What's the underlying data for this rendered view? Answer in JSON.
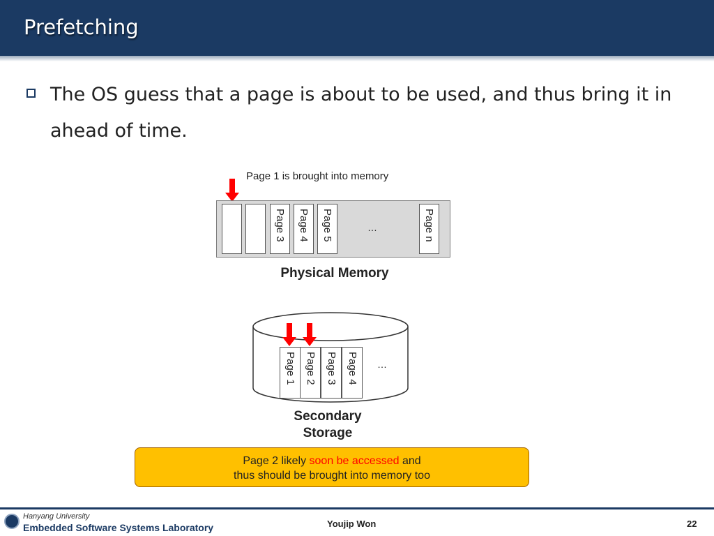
{
  "slide": {
    "title": "Prefetching",
    "bullet": "The OS guess that a page is about to be used, and thus bring it in ahead of time."
  },
  "diagram": {
    "memory_caption": "Page 1 is brought into memory",
    "memory_slots": [
      "",
      "",
      "Page 3",
      "Page 4",
      "Page 5"
    ],
    "memory_last_slot": "Page n",
    "memory_ellipsis": "…",
    "memory_label": "Physical Memory",
    "storage_pages": [
      "Page 1",
      "Page 2",
      "Page 3",
      "Page 4"
    ],
    "storage_ellipsis": "…",
    "storage_label_line1": "Secondary",
    "storage_label_line2": "Storage",
    "arrow_color": "#ff0000"
  },
  "callout": {
    "line1_prefix": "Page 2 likely ",
    "line1_highlight": "soon be accessed",
    "line1_suffix": " and",
    "line2": "thus should be brought into memory too",
    "bg_color": "#ffc000",
    "highlight_color": "#ff0000"
  },
  "footer": {
    "university": "Hanyang University",
    "lab": "Embedded Software Systems Laboratory",
    "author": "Youjip Won",
    "page_number": "22"
  },
  "colors": {
    "header": "#1b3a63",
    "memory_box": "#d9d9d9"
  }
}
